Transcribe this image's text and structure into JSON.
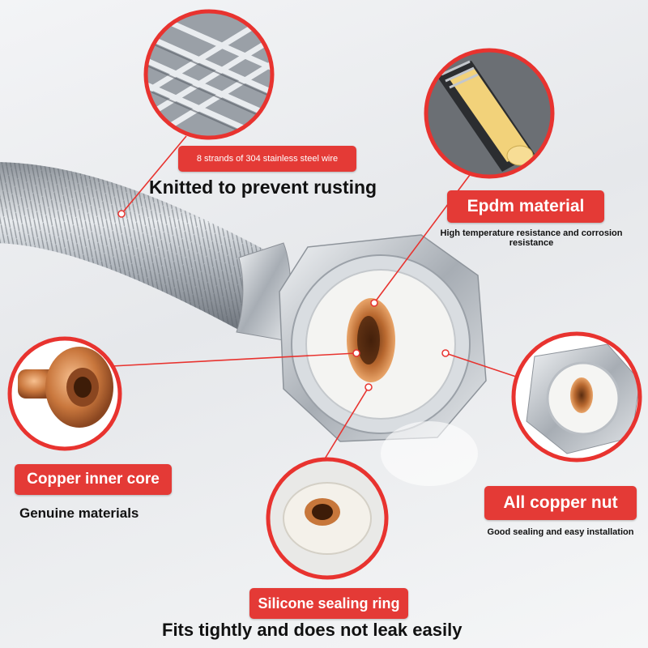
{
  "colors": {
    "badge_red": "#e43a36",
    "ring_red": "#e8332f",
    "text_dark": "#111111",
    "steel": "#b9bec4",
    "copper": "#c7773b",
    "epdm_yellow": "#f2d27a",
    "seal_white": "#f4f1ea"
  },
  "callouts": {
    "braid": {
      "badge": "8 strands of 304 stainless steel wire",
      "caption": "Knitted to prevent rusting"
    },
    "epdm": {
      "badge": "Epdm material",
      "caption": "High temperature resistance and corrosion resistance"
    },
    "copper_core": {
      "badge": "Copper inner core",
      "caption": "Genuine materials"
    },
    "copper_nut": {
      "badge": "All copper nut",
      "caption": "Good sealing and easy installation"
    },
    "seal_ring": {
      "badge": "Silicone sealing ring",
      "caption": "Fits tightly and does not leak easily"
    }
  }
}
